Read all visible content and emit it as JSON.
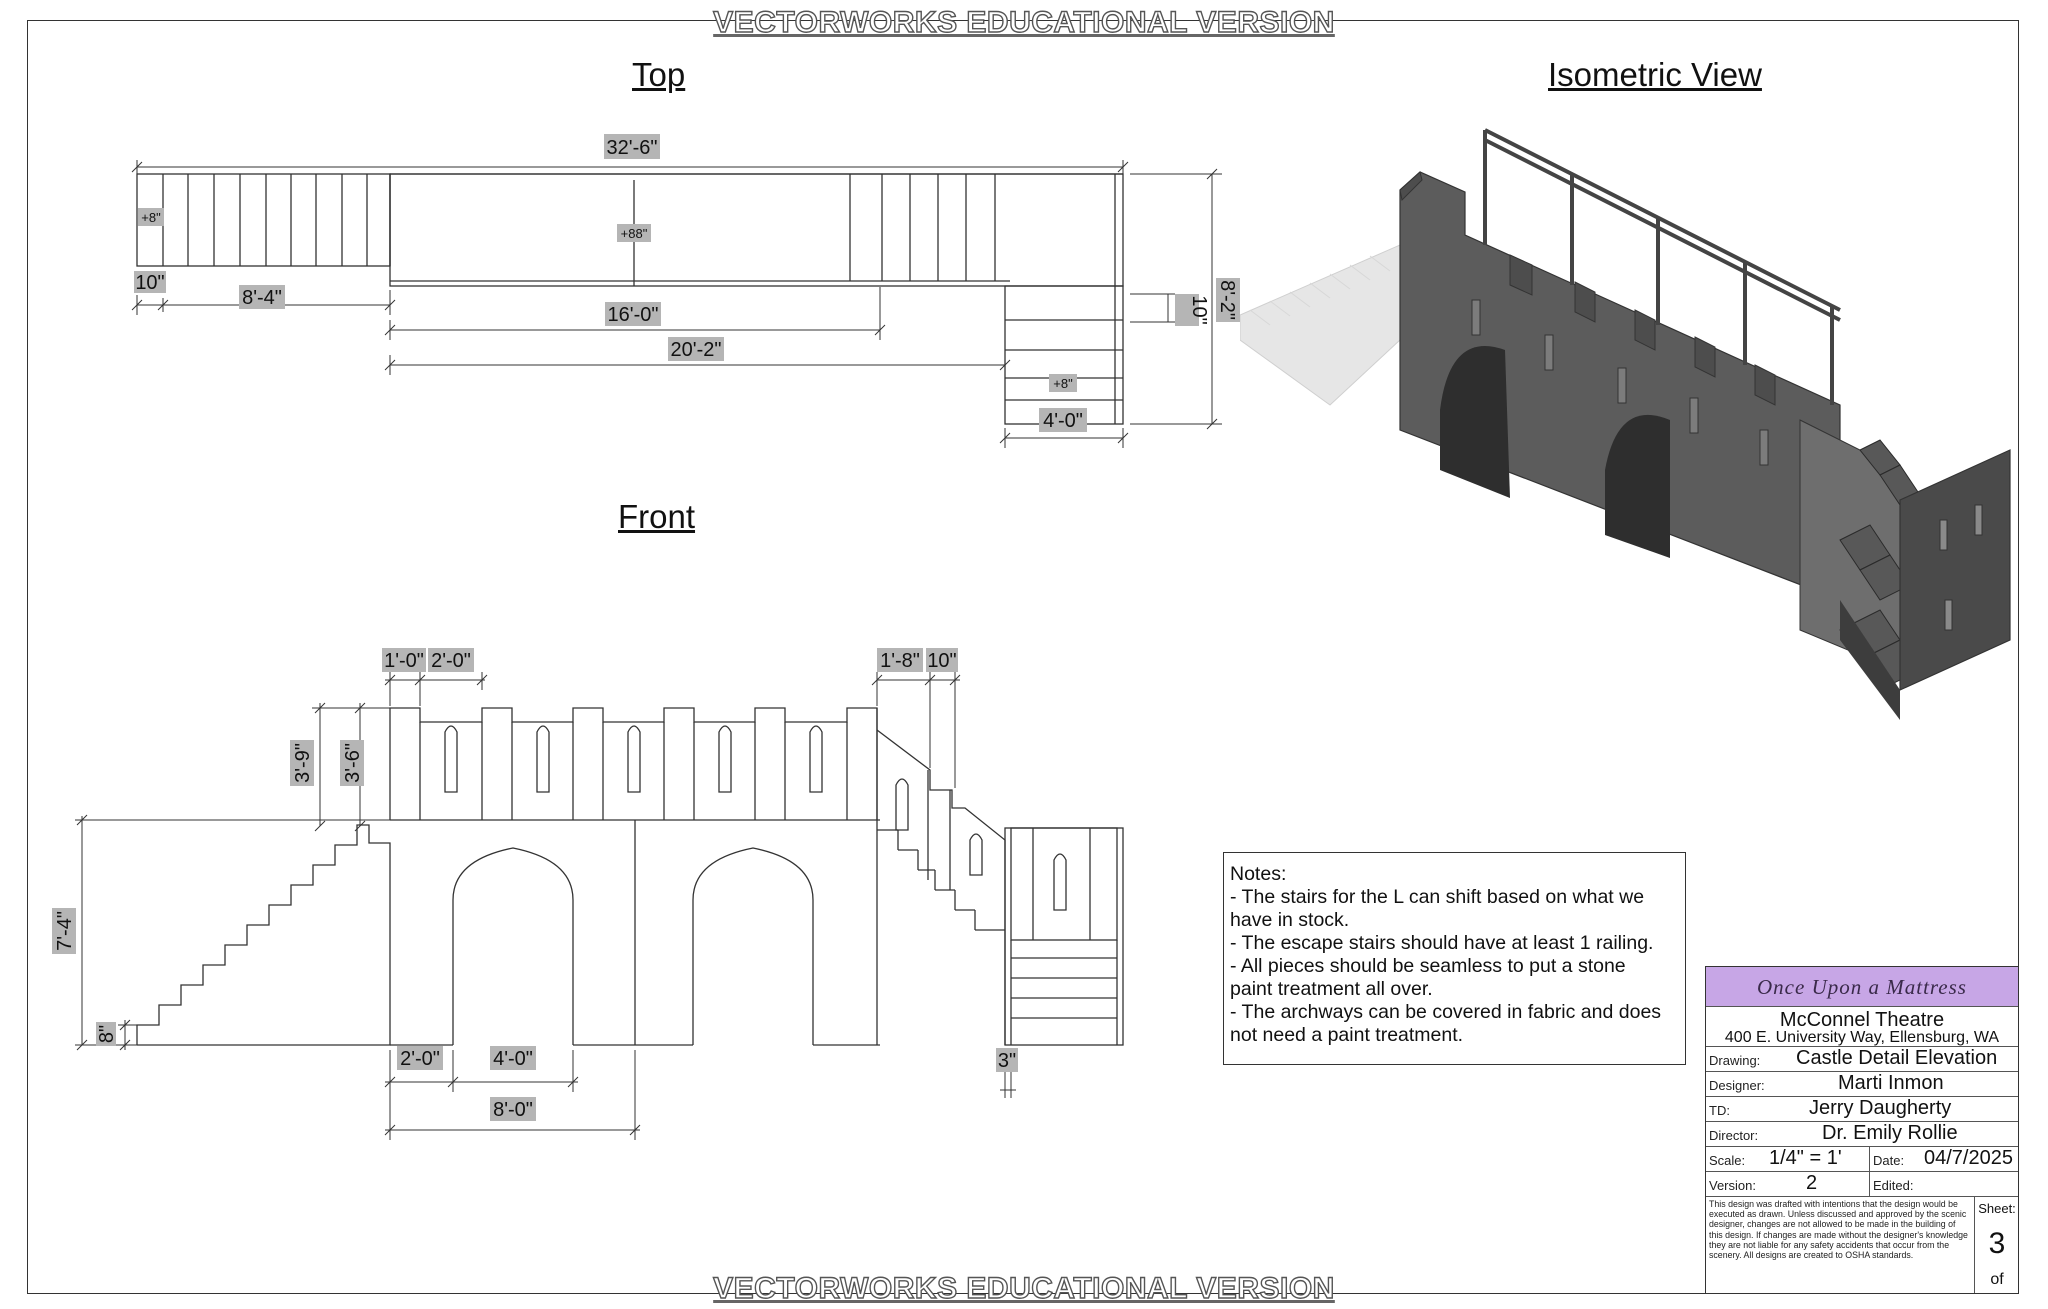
{
  "watermark": "VECTORWORKS EDUCATIONAL VERSION",
  "views": {
    "top": "Top",
    "front": "Front",
    "iso": "Isometric View"
  },
  "top_dims": {
    "overall": "32'-6\"",
    "d10_left": "10\"",
    "d8_4": "8'-4\"",
    "d16_0": "16'-0\"",
    "d20_2": "20'-2\"",
    "d4_0": "4'-0\"",
    "d10_right": "10\"",
    "d8_2": "8'-2\"",
    "elev_8_left": "+8\"",
    "elev_88": "+88\"",
    "elev_8_right": "+8\""
  },
  "front_dims": {
    "d1_0": "1'-0\"",
    "d2_0_top": "2'-0\"",
    "d1_8": "1'-8\"",
    "d10": "10\"",
    "d3_9": "3'-9\"",
    "d3_6": "3'-6\"",
    "d7_4": "7'-4\"",
    "d8": "8\"",
    "d2_0_bot": "2'-0\"",
    "d4_0": "4'-0\"",
    "d8_0": "8'-0\"",
    "d3": "3\""
  },
  "notes": {
    "heading": "Notes:",
    "lines": [
      "- The stairs for the L can shift based on what we",
      "have in stock.",
      "- The escape stairs should have at least 1 railing.",
      "- All pieces should be seamless to put a stone",
      "paint treatment all over.",
      "- The archways can be covered in fabric and does",
      "not need a paint treatment."
    ]
  },
  "title_block": {
    "show": "Once Upon a Mattress",
    "theatre": "McConnel Theatre",
    "address": "400 E. University Way, Ellensburg, WA",
    "drawing_label": "Drawing:",
    "drawing": "Castle Detail Elevation",
    "designer_label": "Designer:",
    "designer": "Marti Inmon",
    "td_label": "TD:",
    "td": "Jerry Daugherty",
    "director_label": "Director:",
    "director": "Dr. Emily Rollie",
    "scale_label": "Scale:",
    "scale": "1/4\" = 1'",
    "date_label": "Date:",
    "date": "04/7/2025",
    "version_label": "Version:",
    "version": "2",
    "edited_label": "Edited:",
    "disclaimer": "This design was drafted with intentions that the design would be executed as drawn. Unless discussed and approved by the scenic designer, changes are not allowed to be made in the building of this design. If changes are made without the designer's knowledge they are not liable for any safety accidents that occur from the scenery. All designs are created to OSHA standards.",
    "sheet_label": "Sheet:",
    "sheet": "3",
    "of": "of"
  },
  "colors": {
    "show_band": "#c7a6e6",
    "dim_label_bg": "#b5b5b5",
    "iso_dark": "#4a4a4a",
    "iso_mid": "#6b6b6b"
  }
}
